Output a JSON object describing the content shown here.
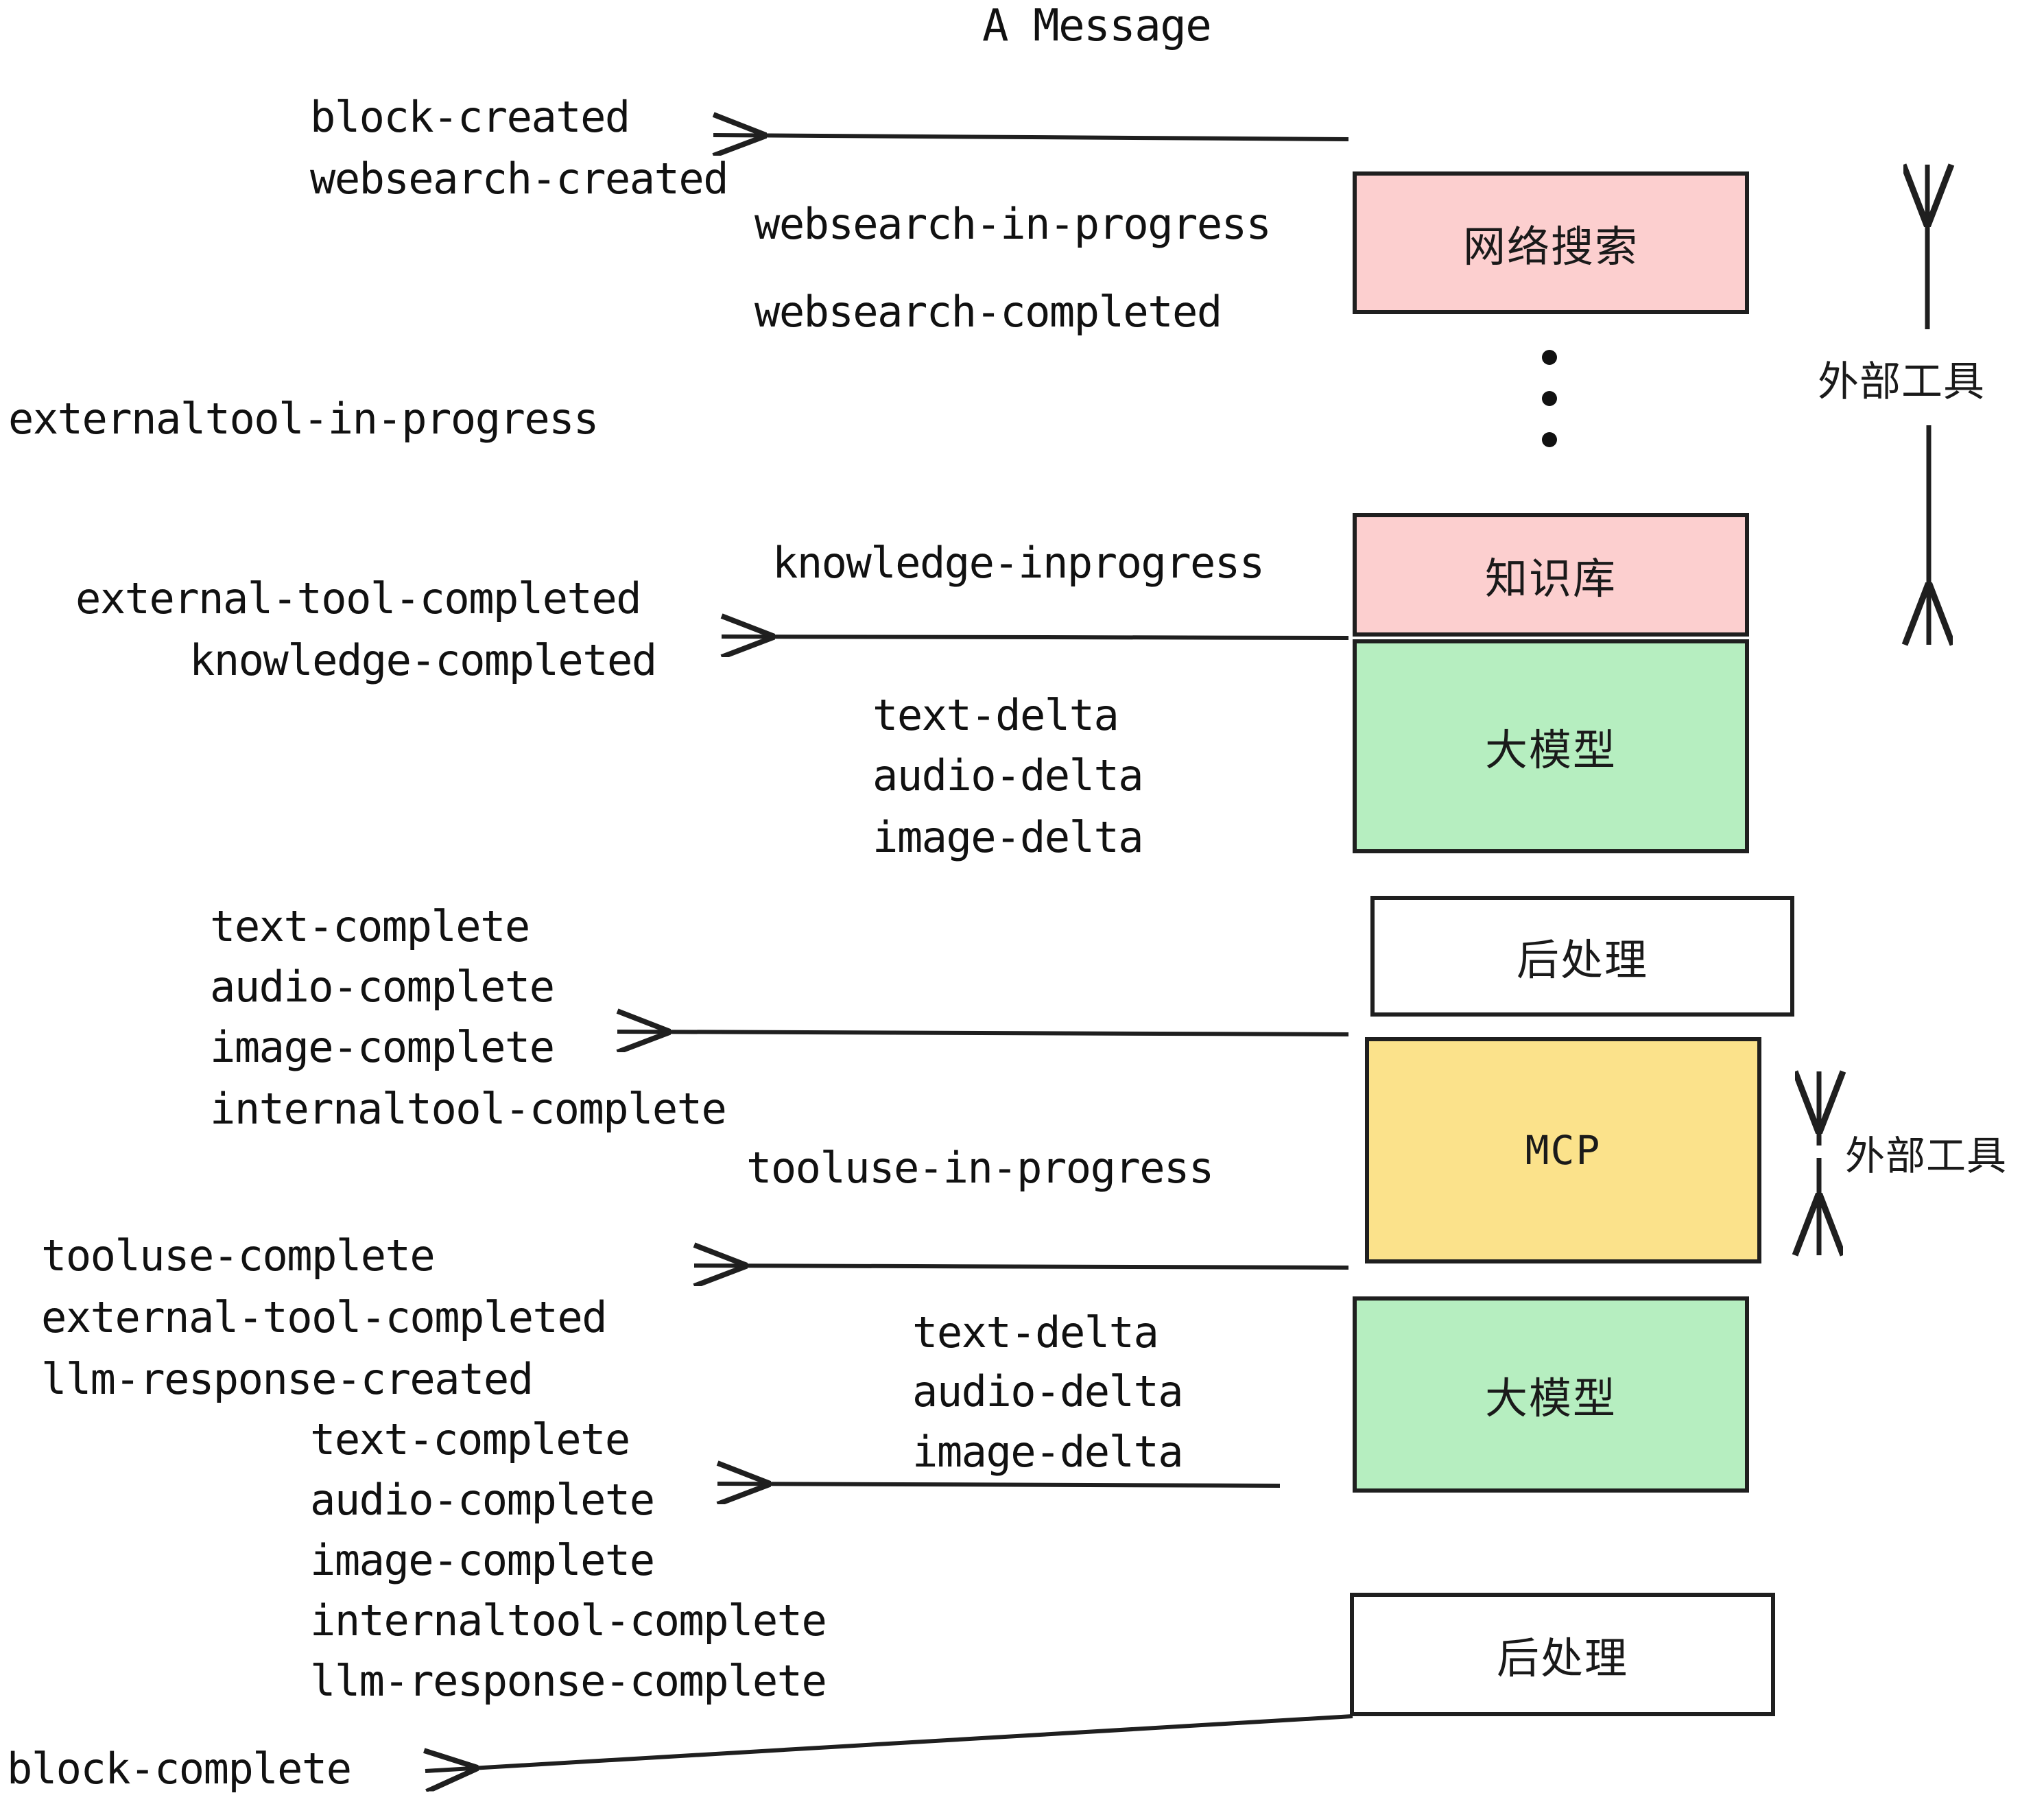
{
  "diagram": {
    "title": "A Message",
    "boxes": [
      {
        "id": "websearch",
        "label": "网络搜索",
        "color": "#fccfcf",
        "kind": "pink"
      },
      {
        "id": "knowledge",
        "label": "知识库",
        "color": "#fccfcf",
        "kind": "pink"
      },
      {
        "id": "llm1",
        "label": "大模型",
        "color": "#b6eec0",
        "kind": "green"
      },
      {
        "id": "postproc1",
        "label": "后处理",
        "color": "#ffffff",
        "kind": "white"
      },
      {
        "id": "mcp",
        "label": "MCP",
        "color": "#fbe28b",
        "kind": "yellow"
      },
      {
        "id": "llm2",
        "label": "大模型",
        "color": "#b6eec0",
        "kind": "green"
      },
      {
        "id": "postproc2",
        "label": "后处理",
        "color": "#ffffff",
        "kind": "white"
      }
    ],
    "side_labels": [
      {
        "id": "external-tools-top",
        "label": "外部工具"
      },
      {
        "id": "external-tools-bottom",
        "label": "外部工具"
      }
    ],
    "events": {
      "block_created": "block-created",
      "websearch_created": "websearch-created",
      "websearch_in_progress": "websearch-in-progress",
      "websearch_completed": "websearch-completed",
      "externaltool_in_progress": "externaltool-in-progress",
      "knowledge_inprogress": "knowledge-inprogress",
      "external_tool_completed_1": "external-tool-completed",
      "knowledge_completed": "knowledge-completed",
      "text_delta_1": "text-delta",
      "audio_delta_1": "audio-delta",
      "image_delta_1": "image-delta",
      "text_complete_1": "text-complete",
      "audio_complete_1": "audio-complete",
      "image_complete_1": "image-complete",
      "internaltool_complete_1": "internaltool-complete",
      "tooluse_in_progress": "tooluse-in-progress",
      "tooluse_complete": "tooluse-complete",
      "external_tool_completed_2": "external-tool-completed",
      "llm_response_created": "llm-response-created",
      "text_delta_2": "text-delta",
      "audio_delta_2": "audio-delta",
      "image_delta_2": "image-delta",
      "text_complete_2": "text-complete",
      "audio_complete_2": "audio-complete",
      "image_complete_2": "image-complete",
      "internaltool_complete_2": "internaltool-complete",
      "llm_response_complete": "llm-response-complete",
      "block_complete": "block-complete"
    },
    "colors": {
      "stroke": "#1f1f1f",
      "text": "#111111",
      "pink": "#fccfcf",
      "green": "#b6eec0",
      "yellow": "#fbe28b",
      "white": "#ffffff",
      "background": "#ffffff"
    }
  }
}
